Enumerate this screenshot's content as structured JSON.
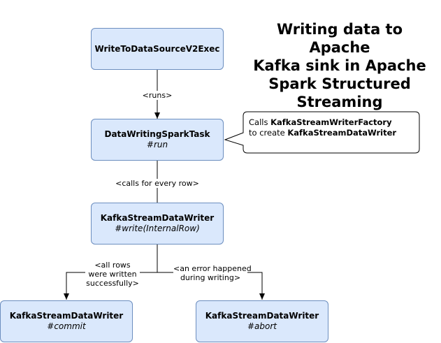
{
  "title_lines": [
    "Writing data to Apache",
    "Kafka sink in Apache",
    "Spark Structured",
    "Streaming"
  ],
  "nodes": {
    "write_exec": {
      "name": "WriteToDataSourceV2Exec",
      "method": ""
    },
    "spark_task": {
      "name": "DataWritingSparkTask",
      "method": "#run"
    },
    "data_writer": {
      "name": "KafkaStreamDataWriter",
      "method": "#write(InternalRow)"
    },
    "commit": {
      "name": "KafkaStreamDataWriter",
      "method": "#commit"
    },
    "abort": {
      "name": "KafkaStreamDataWriter",
      "method": "#abort"
    }
  },
  "edges": {
    "runs": "<runs>",
    "calls_every_row": "<calls for every row>",
    "all_rows_written": [
      "<all rows",
      "were written",
      "successfully>"
    ],
    "error_happened": [
      "<an error happened",
      "during writing>"
    ]
  },
  "callout": {
    "line1_prefix": "Calls ",
    "line1_bold": "KafkaStreamWriterFactory",
    "line2_prefix": "to create ",
    "line2_bold": "KafkaStreamDataWriter"
  },
  "colors": {
    "node_fill": "#dae8fc",
    "node_border": "#6c8ebf",
    "line": "#000000"
  }
}
